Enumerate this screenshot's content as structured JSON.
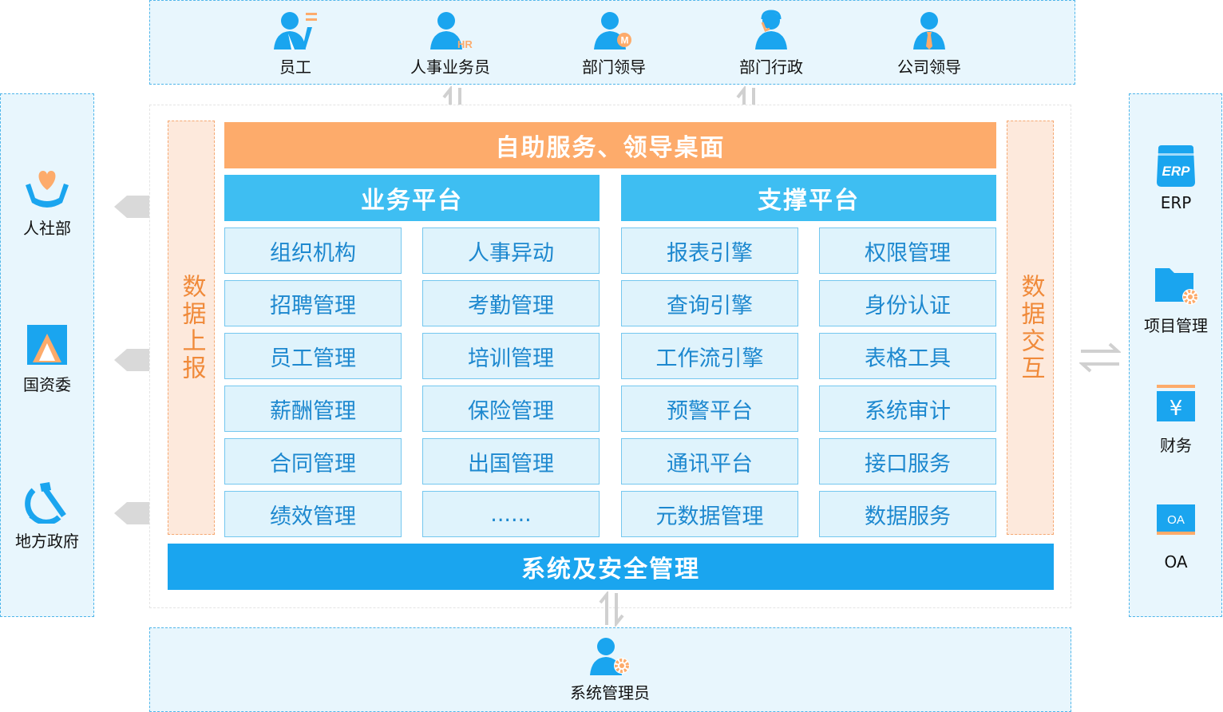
{
  "top_roles": [
    {
      "label": "员工",
      "icon": "employee-icon"
    },
    {
      "label": "人事业务员",
      "icon": "hr-staff-icon"
    },
    {
      "label": "部门领导",
      "icon": "department-manager-icon"
    },
    {
      "label": "部门行政",
      "icon": "department-admin-icon"
    },
    {
      "label": "公司领导",
      "icon": "company-leader-icon"
    }
  ],
  "left_orgs": [
    {
      "label": "人社部",
      "icon": "hands-heart-icon"
    },
    {
      "label": "国资委",
      "icon": "triangle-logo-icon"
    },
    {
      "label": "地方政府",
      "icon": "hammer-sickle-icon"
    }
  ],
  "right_systems": [
    {
      "label": "ERP",
      "icon": "erp-icon",
      "icon_text": "ERP"
    },
    {
      "label": "项目管理",
      "icon": "folder-gear-icon"
    },
    {
      "label": "财务",
      "icon": "yuan-icon",
      "icon_text": "¥"
    },
    {
      "label": "OA",
      "icon": "oa-icon",
      "icon_text": "OA"
    }
  ],
  "self_service_banner": "自助服务、领导桌面",
  "business_platform": {
    "title": "业务平台",
    "modules": [
      "组织机构",
      "人事异动",
      "招聘管理",
      "考勤管理",
      "员工管理",
      "培训管理",
      "薪酬管理",
      "保险管理",
      "合同管理",
      "出国管理",
      "绩效管理",
      "......"
    ]
  },
  "support_platform": {
    "title": "支撑平台",
    "modules": [
      "报表引擎",
      "权限管理",
      "查询引擎",
      "身份认证",
      "工作流引擎",
      "表格工具",
      "预警平台",
      "系统审计",
      "通讯平台",
      "接口服务",
      "元数据管理",
      "数据服务"
    ]
  },
  "left_vertical_label": "数据上报",
  "right_vertical_label": "数据交互",
  "security_banner": "系统及安全管理",
  "admin": {
    "label": "系统管理员",
    "icon": "admin-gear-icon"
  },
  "colors": {
    "orange": "#fdab6b",
    "blue": "#1aa5ef",
    "light_blue": "#3ebef2",
    "cell_bg": "#dff3fc",
    "cell_text": "#1d88cf",
    "panel_bg": "#e8f6fd"
  }
}
